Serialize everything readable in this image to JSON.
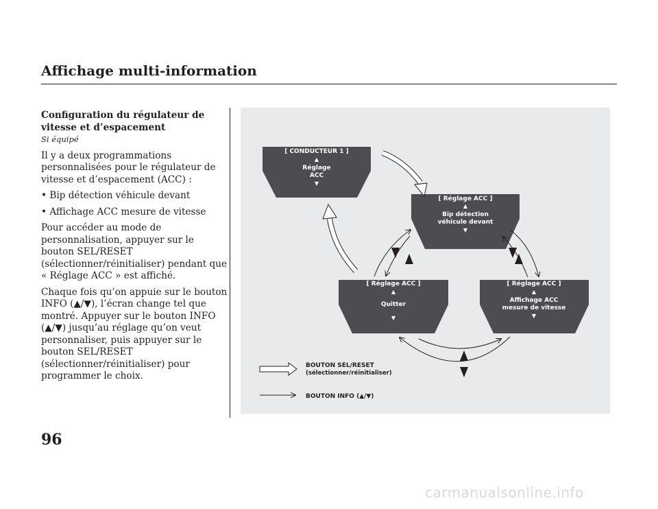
{
  "header": {
    "title": "Affichage multi-information"
  },
  "section": {
    "title": "Configuration du régulateur de vitesse et d’espacement",
    "equipped": "Si équipé",
    "intro": "Il y a deux programmations personnalisées pour le régulateur de vitesse et d’espacement (ACC) :",
    "bullets": [
      "Bip détection véhicule devant",
      "Affichage ACC mesure de vitesse"
    ],
    "para_access": "Pour accéder au mode de personnalisation, appuyer sur le bouton SEL/RESET (sélectionner/réinitialiser) pendant que « Réglage ACC » est affiché.",
    "para_info_1": "Chaque fois qu’on appuie sur le bouton INFO (",
    "para_info_2": "), l’écran change tel que montré. Appuyer sur le bouton INFO (",
    "para_info_3": ") jusqu’au réglage qu’on veut personnaliser, puis appuyer sur le bouton SEL/RESET (sélectionner/réinitialiser) pour programmer le choix.",
    "up_down_glyph": "▲/▼"
  },
  "diagram": {
    "screen_conducteur": {
      "bracket": "[ CONDUCTEUR  1 ]",
      "up": "▲",
      "line1": "Réglage",
      "line2": "ACC",
      "down": "▼"
    },
    "screen_bip": {
      "bracket": "[ Réglage ACC ]",
      "up": "▲",
      "line1": "Bip détection",
      "line2": "véhicule devant",
      "down": "▼"
    },
    "screen_quitter": {
      "bracket": "[ Réglage ACC ]",
      "up": "▲",
      "line1": "Quitter",
      "down": "▼"
    },
    "screen_affichage": {
      "bracket": "[ Réglage ACC ]",
      "up": "▲",
      "line1": "Affichage ACC",
      "line2": "mesure de vitesse",
      "down": "▼"
    },
    "legend_sel_1": "BOUTON SEL/RESET",
    "legend_sel_2": "(sélectionner/réinitialiser)",
    "legend_info": "BOUTON INFO (▲/▼)",
    "colors": {
      "screen": "#4b4d51",
      "screen_text": "#ffffff",
      "background": "#e8eaec"
    }
  },
  "page_number": "96",
  "footer": "carmanualsonline.info"
}
